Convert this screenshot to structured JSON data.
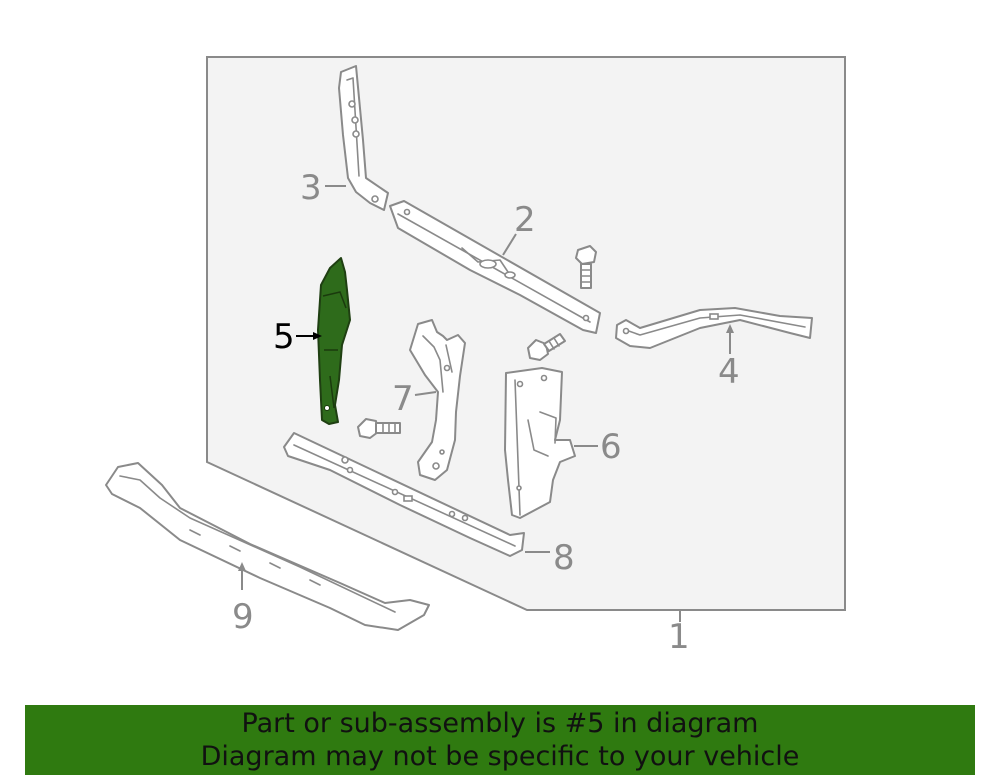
{
  "callouts": {
    "c1": "1",
    "c2": "2",
    "c3": "3",
    "c4": "4",
    "c5": "5",
    "c6": "6",
    "c7": "7",
    "c8": "8",
    "c9": "9"
  },
  "highlighted_part": "5",
  "colors": {
    "highlight": "#2e6b1b",
    "banner": "#2f7a10",
    "line": "#8a8a8a"
  },
  "banner": {
    "line1": "Part or sub-assembly is #5 in diagram",
    "line2": "Diagram may not be specific to your vehicle"
  }
}
